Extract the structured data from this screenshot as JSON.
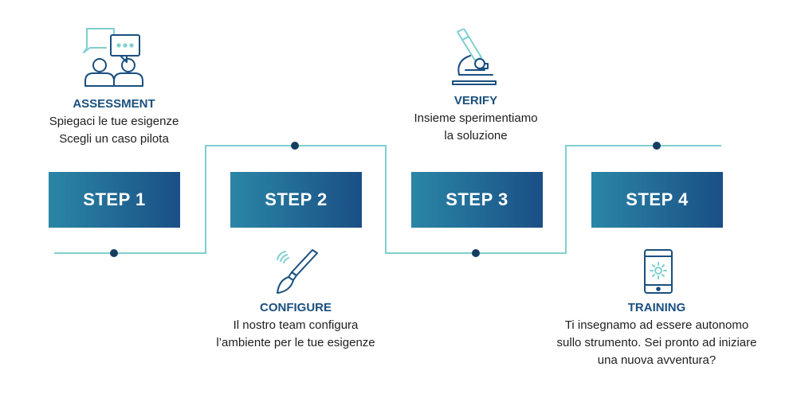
{
  "colors": {
    "accent_line": "#7fcfd0",
    "dot": "#143d5f",
    "title": "#1a4f7e",
    "box_start": "#2a86a6",
    "box_end": "#1a4f85"
  },
  "steps": [
    {
      "label": "STEP 1",
      "title": "ASSESSMENT",
      "lines": [
        "Spiegaci le tue  esigenze",
        "Scegli un caso pilota"
      ],
      "icon": "consultation-people-icon"
    },
    {
      "label": "STEP 2",
      "title": "CONFIGURE",
      "lines": [
        "Il nostro team configura",
        "l’ambiente per le tue esigenze"
      ],
      "icon": "paintbrush-icon"
    },
    {
      "label": "STEP 3",
      "title": "VERIFY",
      "lines": [
        "Insieme sperimentiamo",
        "la soluzione"
      ],
      "icon": "microscope-icon"
    },
    {
      "label": "STEP 4",
      "title": "TRAINING",
      "lines": [
        "Ti insegnamo ad essere autonomo",
        "sullo strumento. Sei pronto ad iniziare",
        "una nuova avventura?"
      ],
      "icon": "smartphone-gear-icon"
    }
  ]
}
